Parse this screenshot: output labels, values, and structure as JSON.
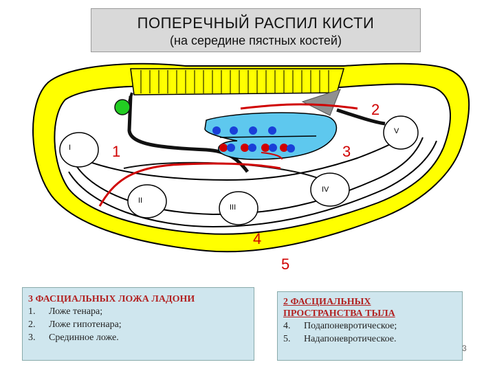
{
  "title": {
    "main": "ПОПЕРЕЧНЫЙ РАСПИЛ КИСТИ",
    "sub": "(на середине пястных костей)"
  },
  "labels": {
    "n1": "1",
    "n2": "2",
    "n3": "3",
    "n4": "4",
    "n5": "5"
  },
  "bones": {
    "I": "I",
    "II": "II",
    "III": "III",
    "IV": "IV",
    "V": "V"
  },
  "palm_box": {
    "heading": "3 ФАСЦИАЛЬНЫХ ЛОЖА ЛАДОНИ",
    "items": [
      {
        "num": "1.",
        "text": "Ложе тенара;"
      },
      {
        "num": "2.",
        "text": "Ложе гипотенара;"
      },
      {
        "num": "3.",
        "text": "Срединное ложе."
      }
    ]
  },
  "dorsum_box": {
    "heading_line1": "2 ФАСЦИАЛЬНЫХ",
    "heading_line2": "ПРОСТРАНСТВА ТЫЛА",
    "items": [
      {
        "num": "4.",
        "text": "Подапоневротическое;"
      },
      {
        "num": "5.",
        "text": "Надапоневротическое."
      }
    ]
  },
  "page_number": "3",
  "colors": {
    "skin": "#ffff00",
    "tendons": "#5ec8ee",
    "septum": "#d00000",
    "vessel_blue": "#1a3fd8",
    "vessel_red": "#d00000",
    "node_green": "#22cc22",
    "box_bg": "#cfe6ee"
  }
}
